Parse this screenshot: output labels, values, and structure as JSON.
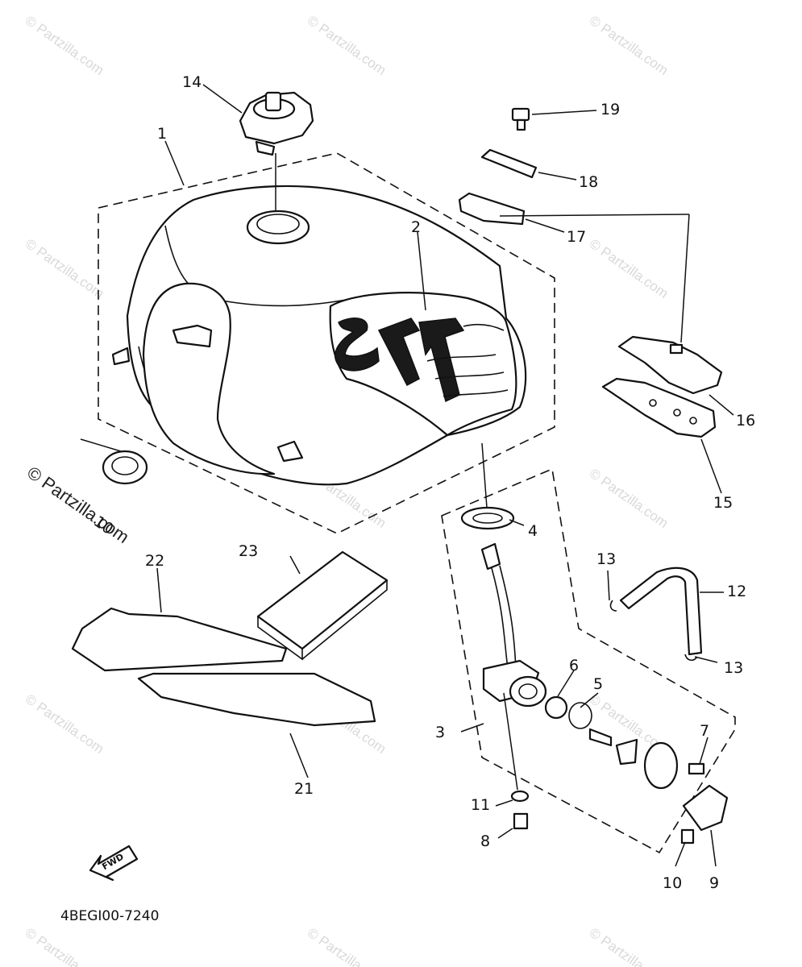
{
  "diagram_code": "4BEGI00-7240",
  "fwd_label": "FWD",
  "watermark_text": "© Partzilla.com",
  "callouts": [
    {
      "id": "p1",
      "label": "1"
    },
    {
      "id": "p2",
      "label": "2"
    },
    {
      "id": "p3",
      "label": "3"
    },
    {
      "id": "p4",
      "label": "4"
    },
    {
      "id": "p5",
      "label": "5"
    },
    {
      "id": "p6",
      "label": "6"
    },
    {
      "id": "p7",
      "label": "7"
    },
    {
      "id": "p8",
      "label": "8"
    },
    {
      "id": "p9",
      "label": "9"
    },
    {
      "id": "p10a",
      "label": "10"
    },
    {
      "id": "p10b",
      "label": "10"
    },
    {
      "id": "p11",
      "label": "11"
    },
    {
      "id": "p12",
      "label": "12"
    },
    {
      "id": "p13a",
      "label": "13"
    },
    {
      "id": "p13b",
      "label": "13"
    },
    {
      "id": "p14",
      "label": "14"
    },
    {
      "id": "p15",
      "label": "15"
    },
    {
      "id": "p16",
      "label": "16"
    },
    {
      "id": "p17",
      "label": "17"
    },
    {
      "id": "p18",
      "label": "18"
    },
    {
      "id": "p19",
      "label": "19"
    },
    {
      "id": "p21",
      "label": "21"
    },
    {
      "id": "p22",
      "label": "22"
    },
    {
      "id": "p23",
      "label": "23"
    }
  ]
}
